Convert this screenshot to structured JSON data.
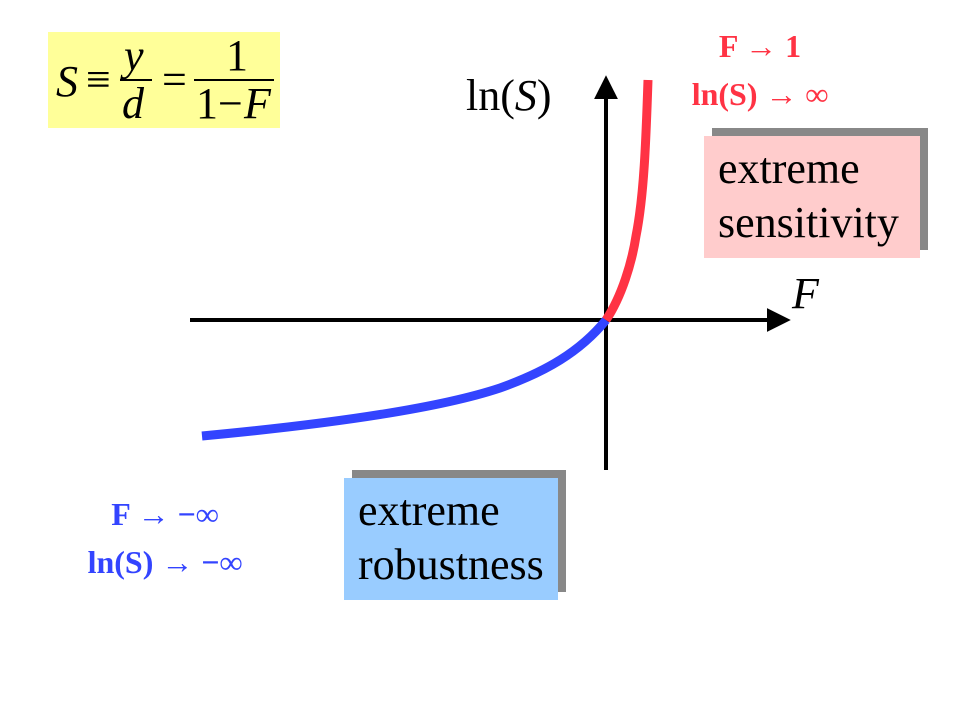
{
  "formula": {
    "lhs": "S",
    "equiv": "≡",
    "frac1_num": "y",
    "frac1_den": "d",
    "equals": "=",
    "frac2_num": "1",
    "frac2_den_one": "1",
    "frac2_den_minus": "−",
    "frac2_den_var": "F"
  },
  "axes": {
    "y_label_prefix": "ln(",
    "y_label_var": "S",
    "y_label_suffix": ")",
    "x_label": "F"
  },
  "limits": {
    "top_line1": "F → 1",
    "top_line2": "ln(S) → ∞",
    "bottom_line1": "F → −∞",
    "bottom_line2": "ln(S) → −∞"
  },
  "callouts": {
    "sensitivity_line1": "extreme",
    "sensitivity_line2": "sensitivity",
    "robustness_line1": "extreme",
    "robustness_line2": "robustness"
  },
  "colors": {
    "sensitivity_curve": "#ff3344",
    "robustness_curve": "#3344ff",
    "formula_bg": "#ffff99",
    "sensitivity_bg": "#ffcccc",
    "robustness_bg": "#99ccff"
  }
}
